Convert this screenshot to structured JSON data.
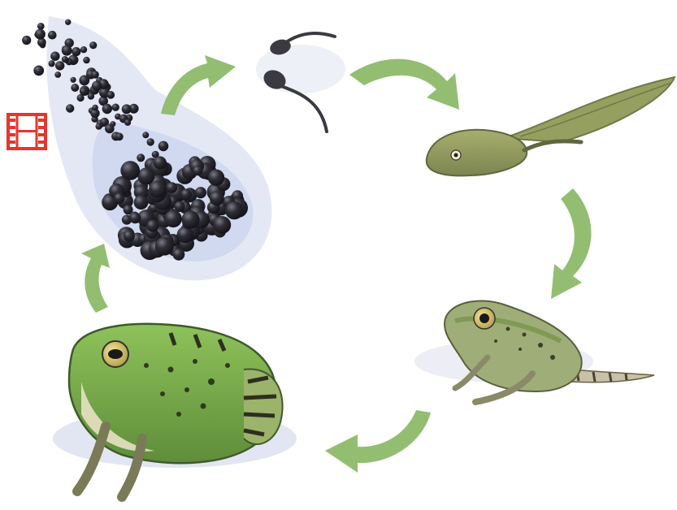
{
  "diagram": {
    "stages": [
      {
        "id": "eggs",
        "icon": "frog-spawn-eggs"
      },
      {
        "id": "hatchlings",
        "icon": "tadpole-hatchlings"
      },
      {
        "id": "tadpole",
        "icon": "tadpole"
      },
      {
        "id": "froglet",
        "icon": "froglet-with-tail"
      },
      {
        "id": "adult",
        "icon": "adult-frog"
      }
    ],
    "arrows": [
      "eggs-to-hatchlings",
      "hatchlings-to-tadpole",
      "tadpole-to-froglet",
      "froglet-to-adult",
      "adult-to-eggs"
    ]
  },
  "video_button": {
    "icon": "film-icon",
    "color": "#e8352b"
  },
  "colors": {
    "arrow": "#8dbb6a",
    "egg": "#2b2a30",
    "frog_green": "#7fb04f",
    "tadpole_olive": "#8f9a5c"
  }
}
